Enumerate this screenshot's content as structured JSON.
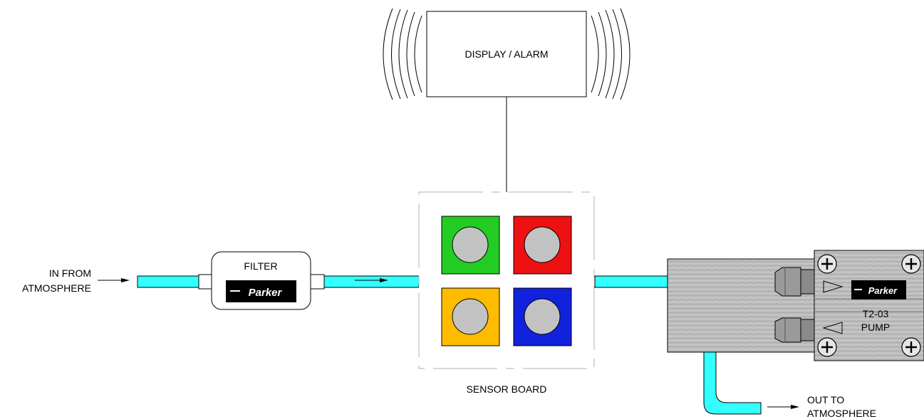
{
  "inlet": {
    "line1": "IN FROM",
    "line2": "ATMOSPHERE"
  },
  "filter": {
    "label": "FILTER",
    "logo": "Parker"
  },
  "display": {
    "label": "DISPLAY / ALARM"
  },
  "sensor_board": {
    "label": "SENSOR BOARD"
  },
  "pump": {
    "logo": "Parker",
    "model": "T2-03",
    "label": "PUMP"
  },
  "outlet": {
    "line1": "OUT TO",
    "line2": "ATMOSPHERE"
  },
  "colors": {
    "tubing": "#33ffff",
    "sensor_green": "#22cc22",
    "sensor_red": "#ee1111",
    "sensor_yellow": "#ffbb00",
    "sensor_blue": "#1122dd",
    "sensor_disc": "#c8c8c8",
    "pump_body": "#bdbdbd"
  },
  "icons": [
    "flow-arrow-icon",
    "alarm-sound-waves-icon",
    "screw-icon",
    "parker-logo-icon"
  ]
}
